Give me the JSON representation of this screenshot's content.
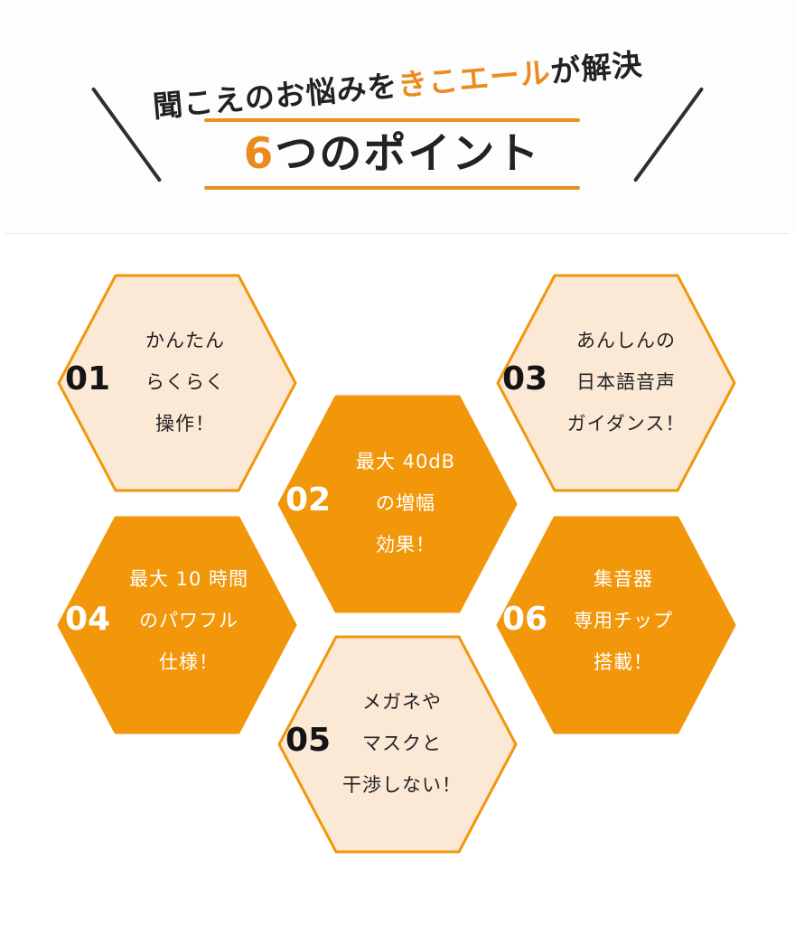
{
  "header": {
    "subtitle_prefix": "聞こえのお悩みを",
    "brand": "きこエール",
    "subtitle_suffix": "が解決",
    "title_number": "6",
    "title_text": "つのポイント"
  },
  "colors": {
    "accent": "#ec8b1d",
    "hex_dark_fill": "#f2960a",
    "hex_light_fill": "#fbe9d6",
    "hex_border": "#f2960a"
  },
  "points": [
    {
      "number": "01",
      "line1": "かんたん",
      "line2": "らくらく",
      "line3": "操作！",
      "style": "light"
    },
    {
      "number": "02",
      "line1": "最大 40dB",
      "line2": "の増幅",
      "line3": "効果！",
      "style": "dark"
    },
    {
      "number": "03",
      "line1": "あんしんの",
      "line2": "日本語音声",
      "line3": "ガイダンス！",
      "style": "light"
    },
    {
      "number": "04",
      "line1": "最大 10 時間",
      "line2": "のパワフル",
      "line3": "仕様！",
      "style": "dark"
    },
    {
      "number": "05",
      "line1": "メガネや",
      "line2": "マスクと",
      "line3": "干渉しない！",
      "style": "light"
    },
    {
      "number": "06",
      "line1": "集音器",
      "line2": "専用チップ",
      "line3": "搭載！",
      "style": "dark"
    }
  ]
}
